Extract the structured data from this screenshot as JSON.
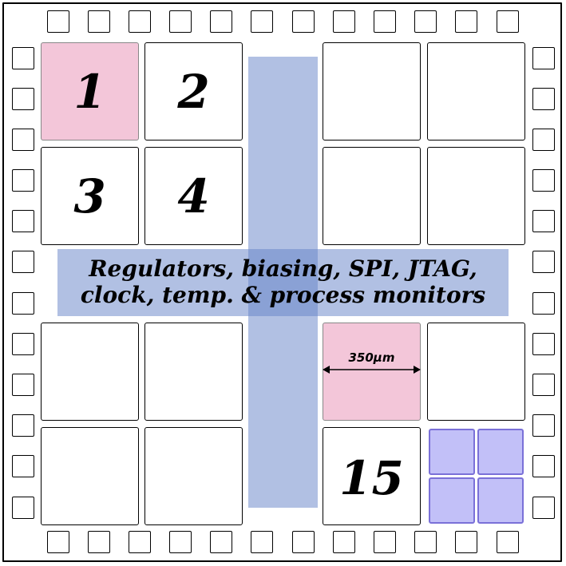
{
  "diagram": {
    "central_label": {
      "line1": "Regulators, biasing, SPI, JTAG,",
      "line2": "clock, temp. & process monitors"
    },
    "blocks": [
      {
        "id": "b1",
        "number": "1",
        "highlight": true
      },
      {
        "id": "b2",
        "number": "2",
        "highlight": false
      },
      {
        "id": "b3",
        "number": "3",
        "highlight": false
      },
      {
        "id": "b4",
        "number": "4",
        "highlight": false
      },
      {
        "id": "b15",
        "number": "15",
        "highlight": false
      }
    ],
    "dimension": "350μm",
    "colors": {
      "highlight_block": "#f3c6d9",
      "routing_band": "#7896d2",
      "tile_fill": "#c2c0f8",
      "tile_border": "#7a70d8"
    }
  }
}
